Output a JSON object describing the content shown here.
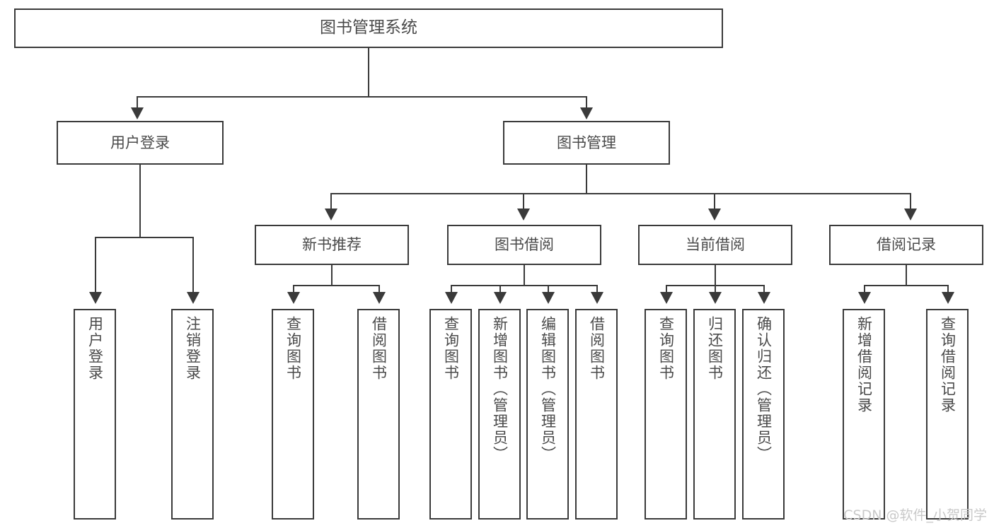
{
  "diagram": {
    "title": "图书管理系统",
    "watermark": "CSDN @软件_小贺同学",
    "nodes": {
      "root": {
        "label": "图书管理系统"
      },
      "level2": [
        {
          "id": "user-login",
          "label": "用户登录"
        },
        {
          "id": "book-manage",
          "label": "图书管理"
        }
      ],
      "level3": [
        {
          "id": "new-book-recommend",
          "label": "新书推荐"
        },
        {
          "id": "book-borrow",
          "label": "图书借阅"
        },
        {
          "id": "current-borrow",
          "label": "当前借阅"
        },
        {
          "id": "borrow-record",
          "label": "借阅记录"
        }
      ],
      "leaves": [
        {
          "id": "leaf-user-login",
          "parent": "user-login",
          "label": "用户登录"
        },
        {
          "id": "leaf-logout",
          "parent": "user-login",
          "label": "注销登录"
        },
        {
          "id": "leaf-query-book-1",
          "parent": "new-book-recommend",
          "label": "查询图书"
        },
        {
          "id": "leaf-borrow-book-1",
          "parent": "new-book-recommend",
          "label": "借阅图书"
        },
        {
          "id": "leaf-query-book-2",
          "parent": "book-borrow",
          "label": "查询图书"
        },
        {
          "id": "leaf-add-book",
          "parent": "book-borrow",
          "label": "新增图书（管理员）"
        },
        {
          "id": "leaf-edit-book",
          "parent": "book-borrow",
          "label": "编辑图书（管理员）"
        },
        {
          "id": "leaf-borrow-book-2",
          "parent": "book-borrow",
          "label": "借阅图书"
        },
        {
          "id": "leaf-query-book-3",
          "parent": "current-borrow",
          "label": "查询图书"
        },
        {
          "id": "leaf-return-book",
          "parent": "current-borrow",
          "label": "归还图书"
        },
        {
          "id": "leaf-confirm-return",
          "parent": "current-borrow",
          "label": "确认归还（管理员）"
        },
        {
          "id": "leaf-add-record",
          "parent": "borrow-record",
          "label": "新增借阅记录"
        },
        {
          "id": "leaf-query-record",
          "parent": "borrow-record",
          "label": "查询借阅记录"
        }
      ]
    },
    "colors": {
      "stroke": "#3a3a3a",
      "text": "#4a4a4a",
      "background": "#ffffff",
      "watermark": "#c9c9c9"
    }
  }
}
